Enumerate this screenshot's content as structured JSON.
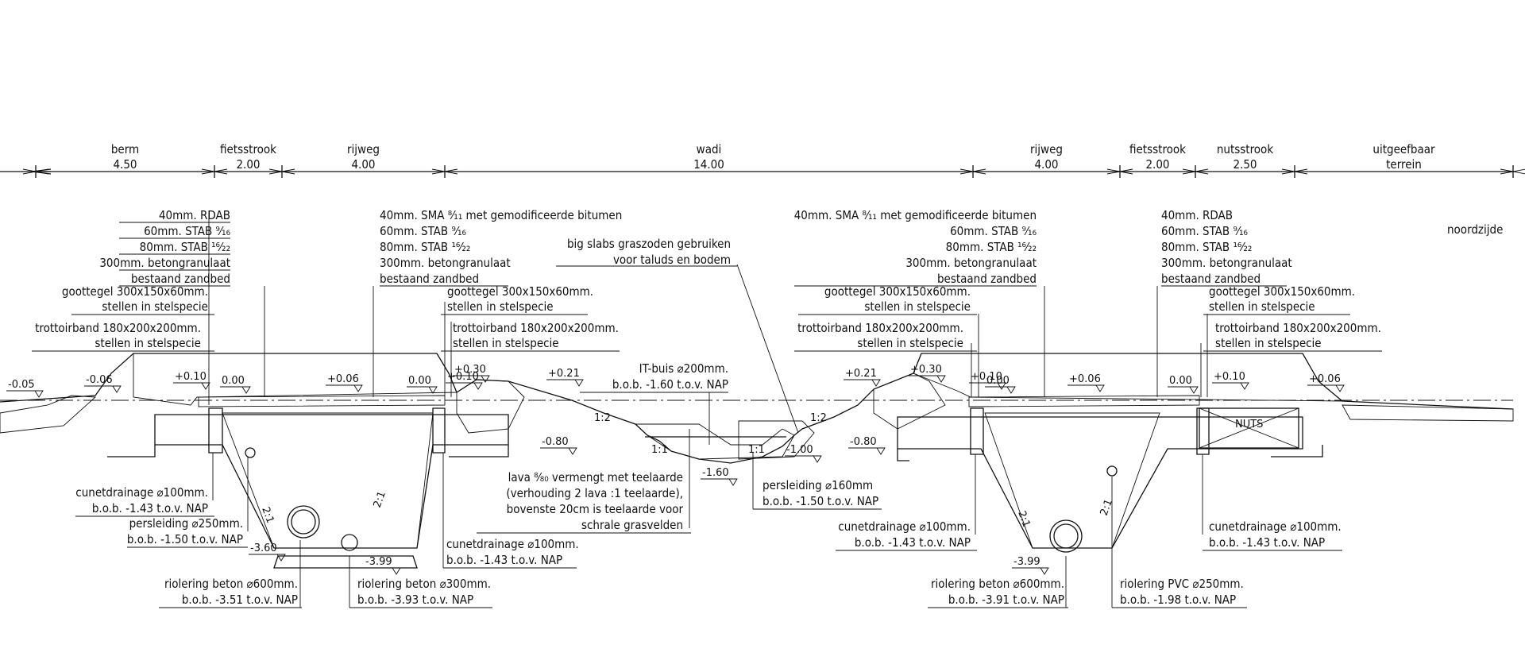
{
  "dimensions": [
    {
      "name": "berm",
      "value": "4.50"
    },
    {
      "name": "fietsstrook",
      "value": "2.00"
    },
    {
      "name": "rijweg",
      "value": "4.00"
    },
    {
      "name": "wadi",
      "value": "14.00"
    },
    {
      "name": "rijweg",
      "value": "4.00"
    },
    {
      "name": "fietsstrook",
      "value": "2.00"
    },
    {
      "name": "nutsstrook",
      "value": "2.50"
    },
    {
      "name": "uitgeefbaar",
      "value": "terrein"
    }
  ],
  "side_label": "noordzijde",
  "layers_left_cycle": [
    "40mm. RDAB",
    "60mm.  STAB ⁹⁄₁₆",
    "80mm.  STAB ¹⁶⁄₂₂",
    "300mm. betongranulaat",
    "bestaand zandbed"
  ],
  "layers_left_road": [
    "40mm. SMA ⁸⁄₁₁ met gemodificeerde bitumen",
    "60mm.  STAB ⁹⁄₁₆",
    "80mm.  STAB ¹⁶⁄₂₂",
    "300mm. betongranulaat",
    "bestaand zandbed"
  ],
  "layers_right_road": [
    "40mm. SMA ⁸⁄₁₁ met gemodificeerde bitumen",
    "60mm.  STAB ⁹⁄₁₆",
    "80mm.  STAB ¹⁶⁄₂₂",
    "300mm. betongranulaat",
    "bestaand zandbed"
  ],
  "layers_right_cycle": [
    "40mm. RDAB",
    "60mm.  STAB ⁹⁄₁₆",
    "80mm.  STAB ¹⁶⁄₂₂",
    "300mm. betongranulaat",
    "bestaand zandbed"
  ],
  "grass_note": [
    "big slabs graszoden gebruiken",
    "voor taluds en bodem"
  ],
  "goottegel": [
    "goottegel 300x150x60mm.",
    "stellen in stelspecie"
  ],
  "trottoirband": [
    "trottoirband 180x200x200mm.",
    "stellen in stelspecie"
  ],
  "levels": {
    "a": "-0.05",
    "b": "-0.06",
    "c": "+0.10",
    "d": "0.00",
    "e": "+0.06",
    "f": "0.00",
    "g": "+0.10",
    "h": "+0.30",
    "i": "+0.21",
    "j": "-0.80",
    "k": "-1.00",
    "l": "-1.60",
    "m": "+0.21",
    "n": "+0.30",
    "o": "+0.10",
    "p": "0.00",
    "q": "+0.06",
    "r": "0.00",
    "s": "+0.10",
    "t": "+0.06",
    "u": "-0.80",
    "v": "-3.60",
    "w": "-3.99",
    "x": "-3.99"
  },
  "slopes": {
    "s1": "1:2",
    "s2": "1:2",
    "s3": "2:1",
    "s4": "2:1",
    "s5": "2:1",
    "s6": "2:1",
    "s7": "1:1",
    "s8": "1:1"
  },
  "nuts_label": "NUTS",
  "it_buis": [
    "IT-buis ⌀200mm.",
    "b.o.b. -1.60 t.o.v. NAP"
  ],
  "lava": [
    "lava ⁸⁄₈₀ vermengt met teelaarde",
    "(verhouding 2 lava :1 teelaarde),",
    "bovenste 20cm is teelaarde voor",
    "schrale grasvelden"
  ],
  "persleiding_160": [
    "persleiding ⌀160mm",
    "b.o.b. -1.50 t.o.v. NAP"
  ],
  "left_drain": [
    "cunetdrainage ⌀100mm.",
    "b.o.b. -1.43 t.o.v. NAP"
  ],
  "left_persleiding": [
    "persleiding ⌀250mm.",
    "b.o.b. -1.50 t.o.v. NAP"
  ],
  "mid_drain": [
    "cunetdrainage ⌀100mm.",
    "b.o.b. -1.43 t.o.v. NAP"
  ],
  "left_riool600": [
    "riolering beton ⌀600mm.",
    "b.o.b. -3.51 t.o.v. NAP"
  ],
  "left_riool300": [
    "riolering beton ⌀300mm.",
    "b.o.b. -3.93 t.o.v. NAP"
  ],
  "right_drain1": [
    "cunetdrainage ⌀100mm.",
    "b.o.b. -1.43 t.o.v. NAP"
  ],
  "right_riool600": [
    "riolering beton ⌀600mm.",
    "b.o.b. -3.91 t.o.v. NAP"
  ],
  "right_pvc": [
    "riolering PVC ⌀250mm.",
    "b.o.b. -1.98 t.o.v. NAP"
  ],
  "right_drain2": [
    "cunetdrainage ⌀100mm.",
    "b.o.b. -1.43 t.o.v. NAP"
  ]
}
